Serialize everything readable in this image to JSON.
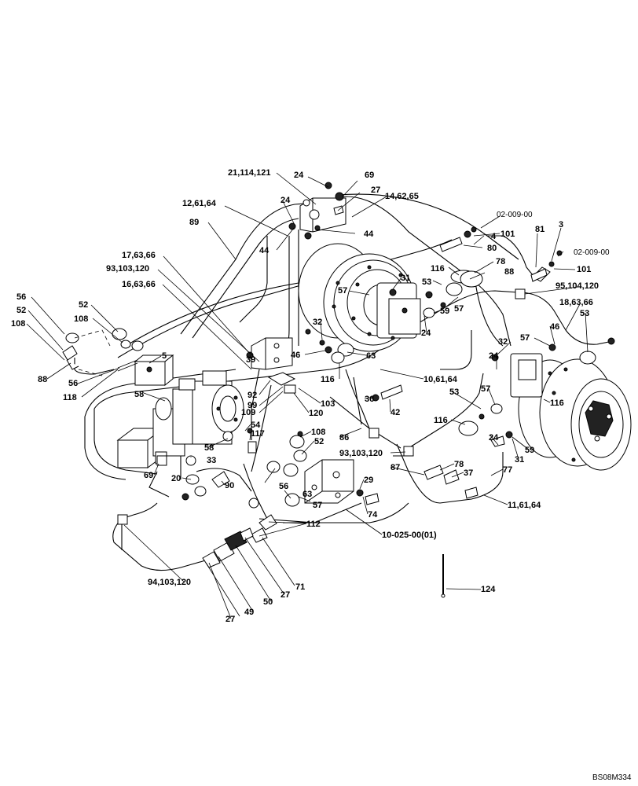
{
  "drawing_code": "BS08M334",
  "callouts": {
    "c_21_114_121": "21,114,121",
    "c_24a": "24",
    "c_69a": "69",
    "c_27a": "27",
    "c_14_62_65": "14,62,65",
    "c_24b": "24",
    "c_12_61_64": "12,61,64",
    "c_02_009_00a": "02-009-00",
    "c_89": "89",
    "c_44a": "44",
    "c_44b": "44",
    "c_4": "4",
    "c_101a": "101",
    "c_81": "81",
    "c_3": "3",
    "c_80": "80",
    "c_02_009_00b": "02-009-00",
    "c_101b": "101",
    "c_17_63_66": "17,63,66",
    "c_116a": "116",
    "c_78a": "78",
    "c_93_103_120a": "93,103,120",
    "c_88a": "88",
    "c_31a": "31",
    "c_16_63_66": "16,63,66",
    "c_53a": "53",
    "c_95_104_120": "95,104,120",
    "c_57a": "57",
    "c_57b": "57",
    "c_56a": "56",
    "c_59a": "59",
    "c_18_63_66": "18,63,66",
    "c_52a": "52",
    "c_108a": "108",
    "c_52b": "52",
    "c_108b": "108",
    "c_53b": "53",
    "c_32a": "32",
    "c_24c": "24",
    "c_46a": "46",
    "c_32b": "32",
    "c_57c": "57",
    "c_5": "5",
    "c_46b": "46",
    "c_63a": "63",
    "c_24d": "24",
    "c_88b": "88",
    "c_56b": "56",
    "c_116b": "116",
    "c_10_61_64": "10,61,64",
    "c_118": "118",
    "c_58a": "58",
    "c_39": "39",
    "c_53c": "53",
    "c_92": "92",
    "c_57d": "57",
    "c_116c": "116",
    "c_99": "99",
    "c_103": "103",
    "c_36": "36",
    "c_109": "109",
    "c_120": "120",
    "c_42": "42",
    "c_116d": "116",
    "c_54": "54",
    "c_108c": "108",
    "c_86": "86",
    "c_117": "117",
    "c_58b": "58",
    "c_52c": "52",
    "c_24e": "24",
    "c_31b": "31",
    "c_59b": "59",
    "c_33": "33",
    "c_93_103_120b": "93,103,120",
    "c_78b": "78",
    "c_87": "87",
    "c_37": "37",
    "c_77": "77",
    "c_69b": "69",
    "c_20": "20",
    "c_90": "90",
    "c_56c": "56",
    "c_29": "29",
    "c_11_61_64": "11,61,64",
    "c_63b": "63",
    "c_57e": "57",
    "c_74": "74",
    "c_112": "112",
    "c_10_025_00": "10-025-00(01)",
    "c_124": "124",
    "c_94_103_120": "94,103,120",
    "c_27b": "27",
    "c_71": "71",
    "c_50": "50",
    "c_27c": "27",
    "c_49": "49"
  }
}
